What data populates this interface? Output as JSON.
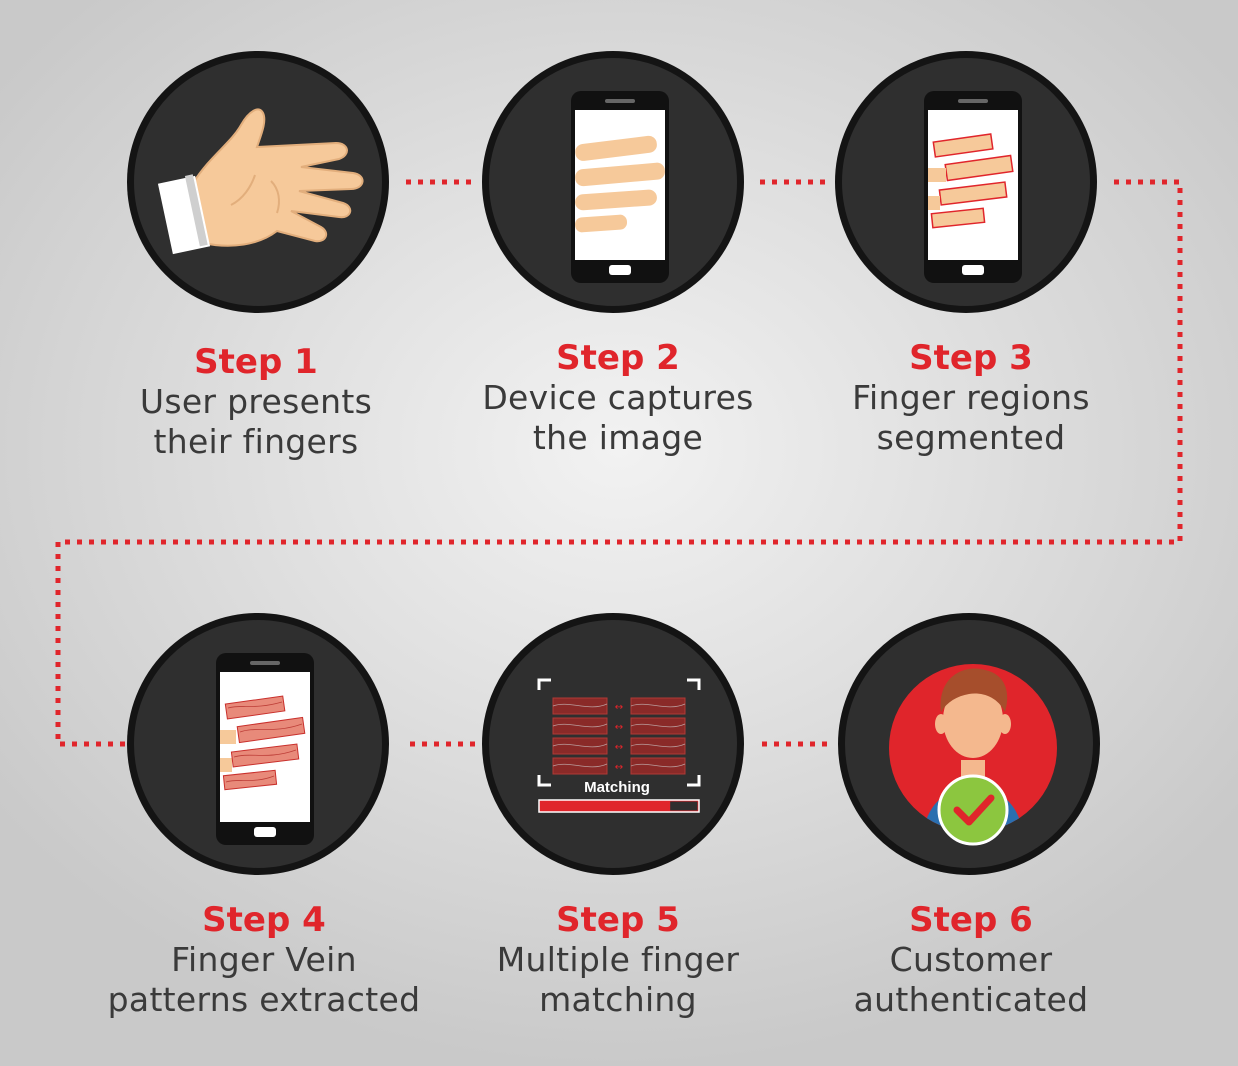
{
  "steps": [
    {
      "title": "Step 1",
      "line1": "User presents",
      "line2": "their fingers"
    },
    {
      "title": "Step 2",
      "line1": "Device captures",
      "line2": "the image"
    },
    {
      "title": "Step 3",
      "line1": "Finger regions",
      "line2": "segmented"
    },
    {
      "title": "Step 4",
      "line1": "Finger Vein",
      "line2": "patterns extracted"
    },
    {
      "title": "Step 5",
      "line1": "Multiple finger",
      "line2": "matching"
    },
    {
      "title": "Step 6",
      "line1": "Customer",
      "line2": "authenticated"
    }
  ],
  "matching_label": "Matching",
  "matching_progress": 0.82,
  "colors": {
    "accent": "#e0252b",
    "circle": "#2f2f2f",
    "check": "#8cc63f"
  },
  "icons": [
    "hand-icon",
    "phone-capture-icon",
    "phone-segment-icon",
    "phone-vein-icon",
    "matching-icon",
    "customer-check-icon"
  ]
}
